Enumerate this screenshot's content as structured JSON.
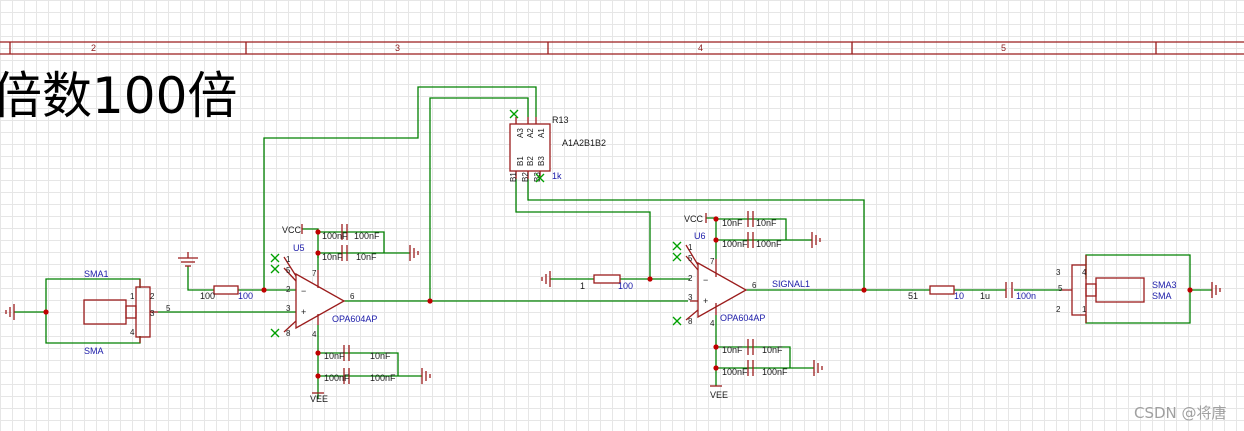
{
  "title": "倍数100倍",
  "watermark": "CSDN @将唐",
  "border_zones": [
    "2",
    "3",
    "4",
    "5"
  ],
  "components": {
    "sma1": {
      "ref": "SMA1",
      "value": "SMA",
      "pin_left_top": "1",
      "pin_left_bottom": "4",
      "pin_right_top": "2",
      "pin_right_bottom": "3",
      "pin_out": "5"
    },
    "sma3": {
      "ref": "SMA3",
      "value": "SMA",
      "pin_right_top": "4",
      "pin_right_bottom": "1",
      "pin_left_top": "3",
      "pin_left_bottom": "2",
      "pin_in": "5"
    },
    "u5": {
      "ref": "U5",
      "value": "OPA604AP",
      "pins": [
        "1",
        "5",
        "2",
        "3",
        "8",
        "7",
        "4",
        "6"
      ]
    },
    "u6": {
      "ref": "U6",
      "value": "OPA604AP",
      "pins": [
        "1",
        "5",
        "2",
        "3",
        "8",
        "7",
        "4",
        "6"
      ]
    },
    "r_in1": {
      "left": "100",
      "right": "100"
    },
    "r_in2": {
      "left": "1",
      "right": "100"
    },
    "r_out": {
      "left": "51",
      "right": "10"
    },
    "c_out": {
      "left": "1u",
      "right": "100n"
    },
    "r13": {
      "ref": "R13",
      "value": "A1A2B1B2",
      "extra": "1k",
      "top_pins": [
        "A3",
        "A2",
        "A1"
      ],
      "bottom_pins": [
        "B1",
        "B2",
        "B3"
      ]
    },
    "vcc": "VCC",
    "vee": "VEE",
    "signal": "SIGNAL1",
    "caps": {
      "c10n": "10nF",
      "c100n": "100nF"
    }
  }
}
